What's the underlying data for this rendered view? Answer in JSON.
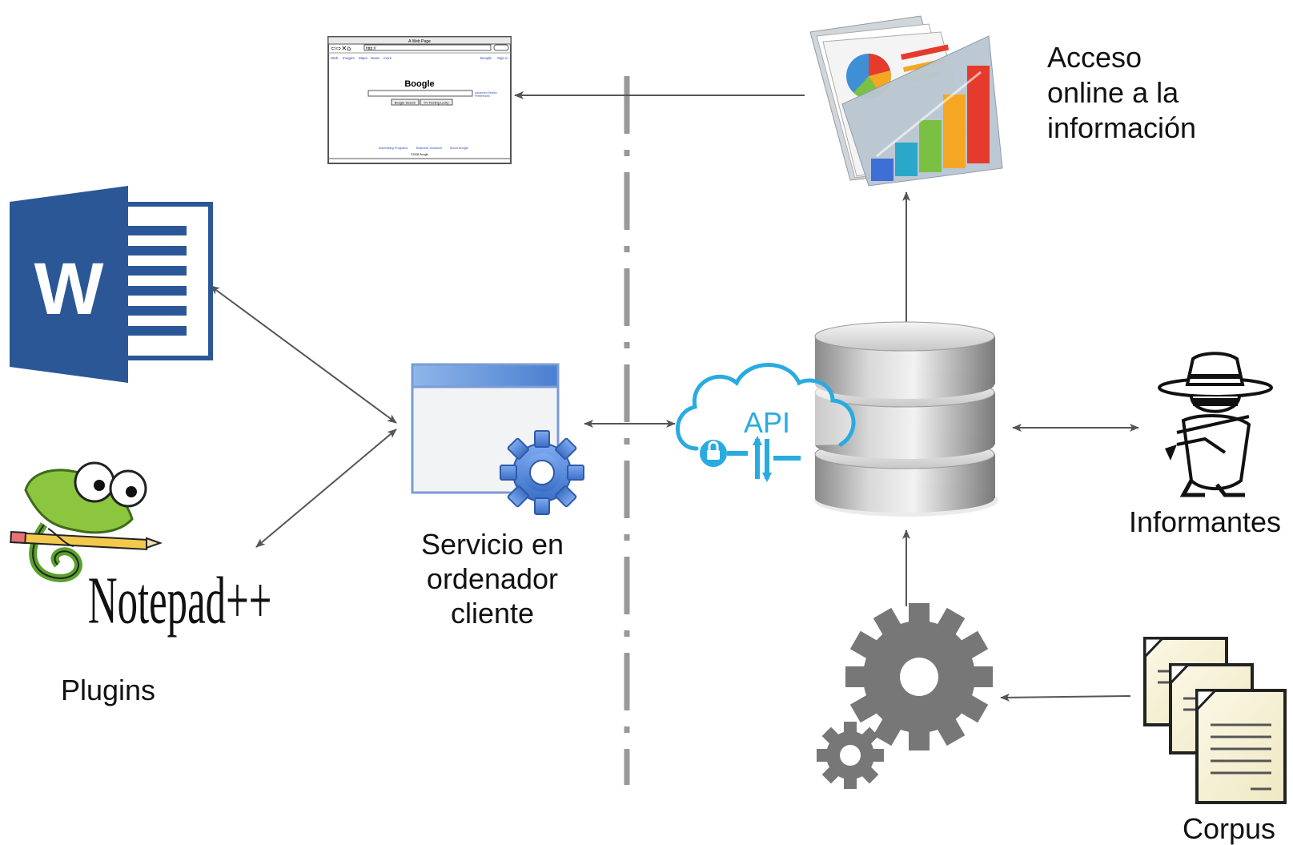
{
  "labels": {
    "acceso": [
      "Acceso",
      "online a la",
      "información"
    ],
    "servicio": [
      "Servicio en",
      "ordenador",
      "cliente"
    ],
    "informantes": "Informantes",
    "plugins": "Plugins",
    "corpus": "Corpus"
  },
  "web_page": {
    "window_title": "A Web Page",
    "url": "http://",
    "nav_links": [
      "Web",
      "Images",
      "Maps",
      "News",
      "more"
    ],
    "account_links": [
      "Boogle",
      "Sign in"
    ],
    "logo": "Boogle",
    "search_button": "Boogle Search",
    "lucky_button": "I'm Feeling Lucky",
    "side_links": [
      "Advanced Search",
      "Preferences"
    ],
    "footer_links": [
      "Advertising Programs",
      "Business Solutions",
      "About Boogle"
    ],
    "copyright": "©2008 Boogle"
  },
  "api": {
    "label": "API"
  },
  "logos": {
    "word_letter": "W",
    "notepad_text": "Notepad++"
  },
  "colors": {
    "word_blue": "#2b5797",
    "cloud_blue": "#29abe2",
    "window_blue": "#5b8fd8",
    "gear_gray": "#777777",
    "arrow_gray": "#555555",
    "divider_gray": "#999999"
  }
}
